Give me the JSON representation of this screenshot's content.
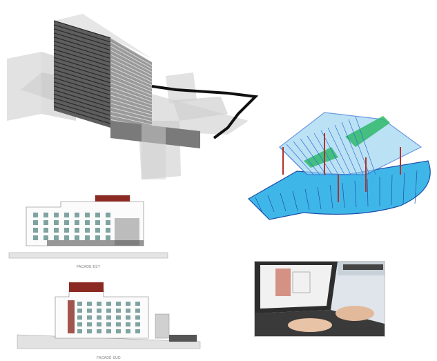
{
  "panels": {
    "tower": {
      "subject": "3d-tower-model-icon"
    },
    "frame": {
      "subject": "structural-frame-model-icon"
    },
    "east": {
      "caption": "FACADE EST"
    },
    "south": {
      "caption": "FACADE SUD"
    },
    "photo": {
      "subject": "laptop-cad-photo"
    }
  },
  "colors": {
    "tower_gray": "#6e6e6e",
    "frame_blue": "#2f6fd6",
    "frame_cyan": "#3fb6e8",
    "frame_green": "#2fb86a",
    "brick_red": "#8b2a22",
    "window_teal": "#7fa3a0"
  }
}
